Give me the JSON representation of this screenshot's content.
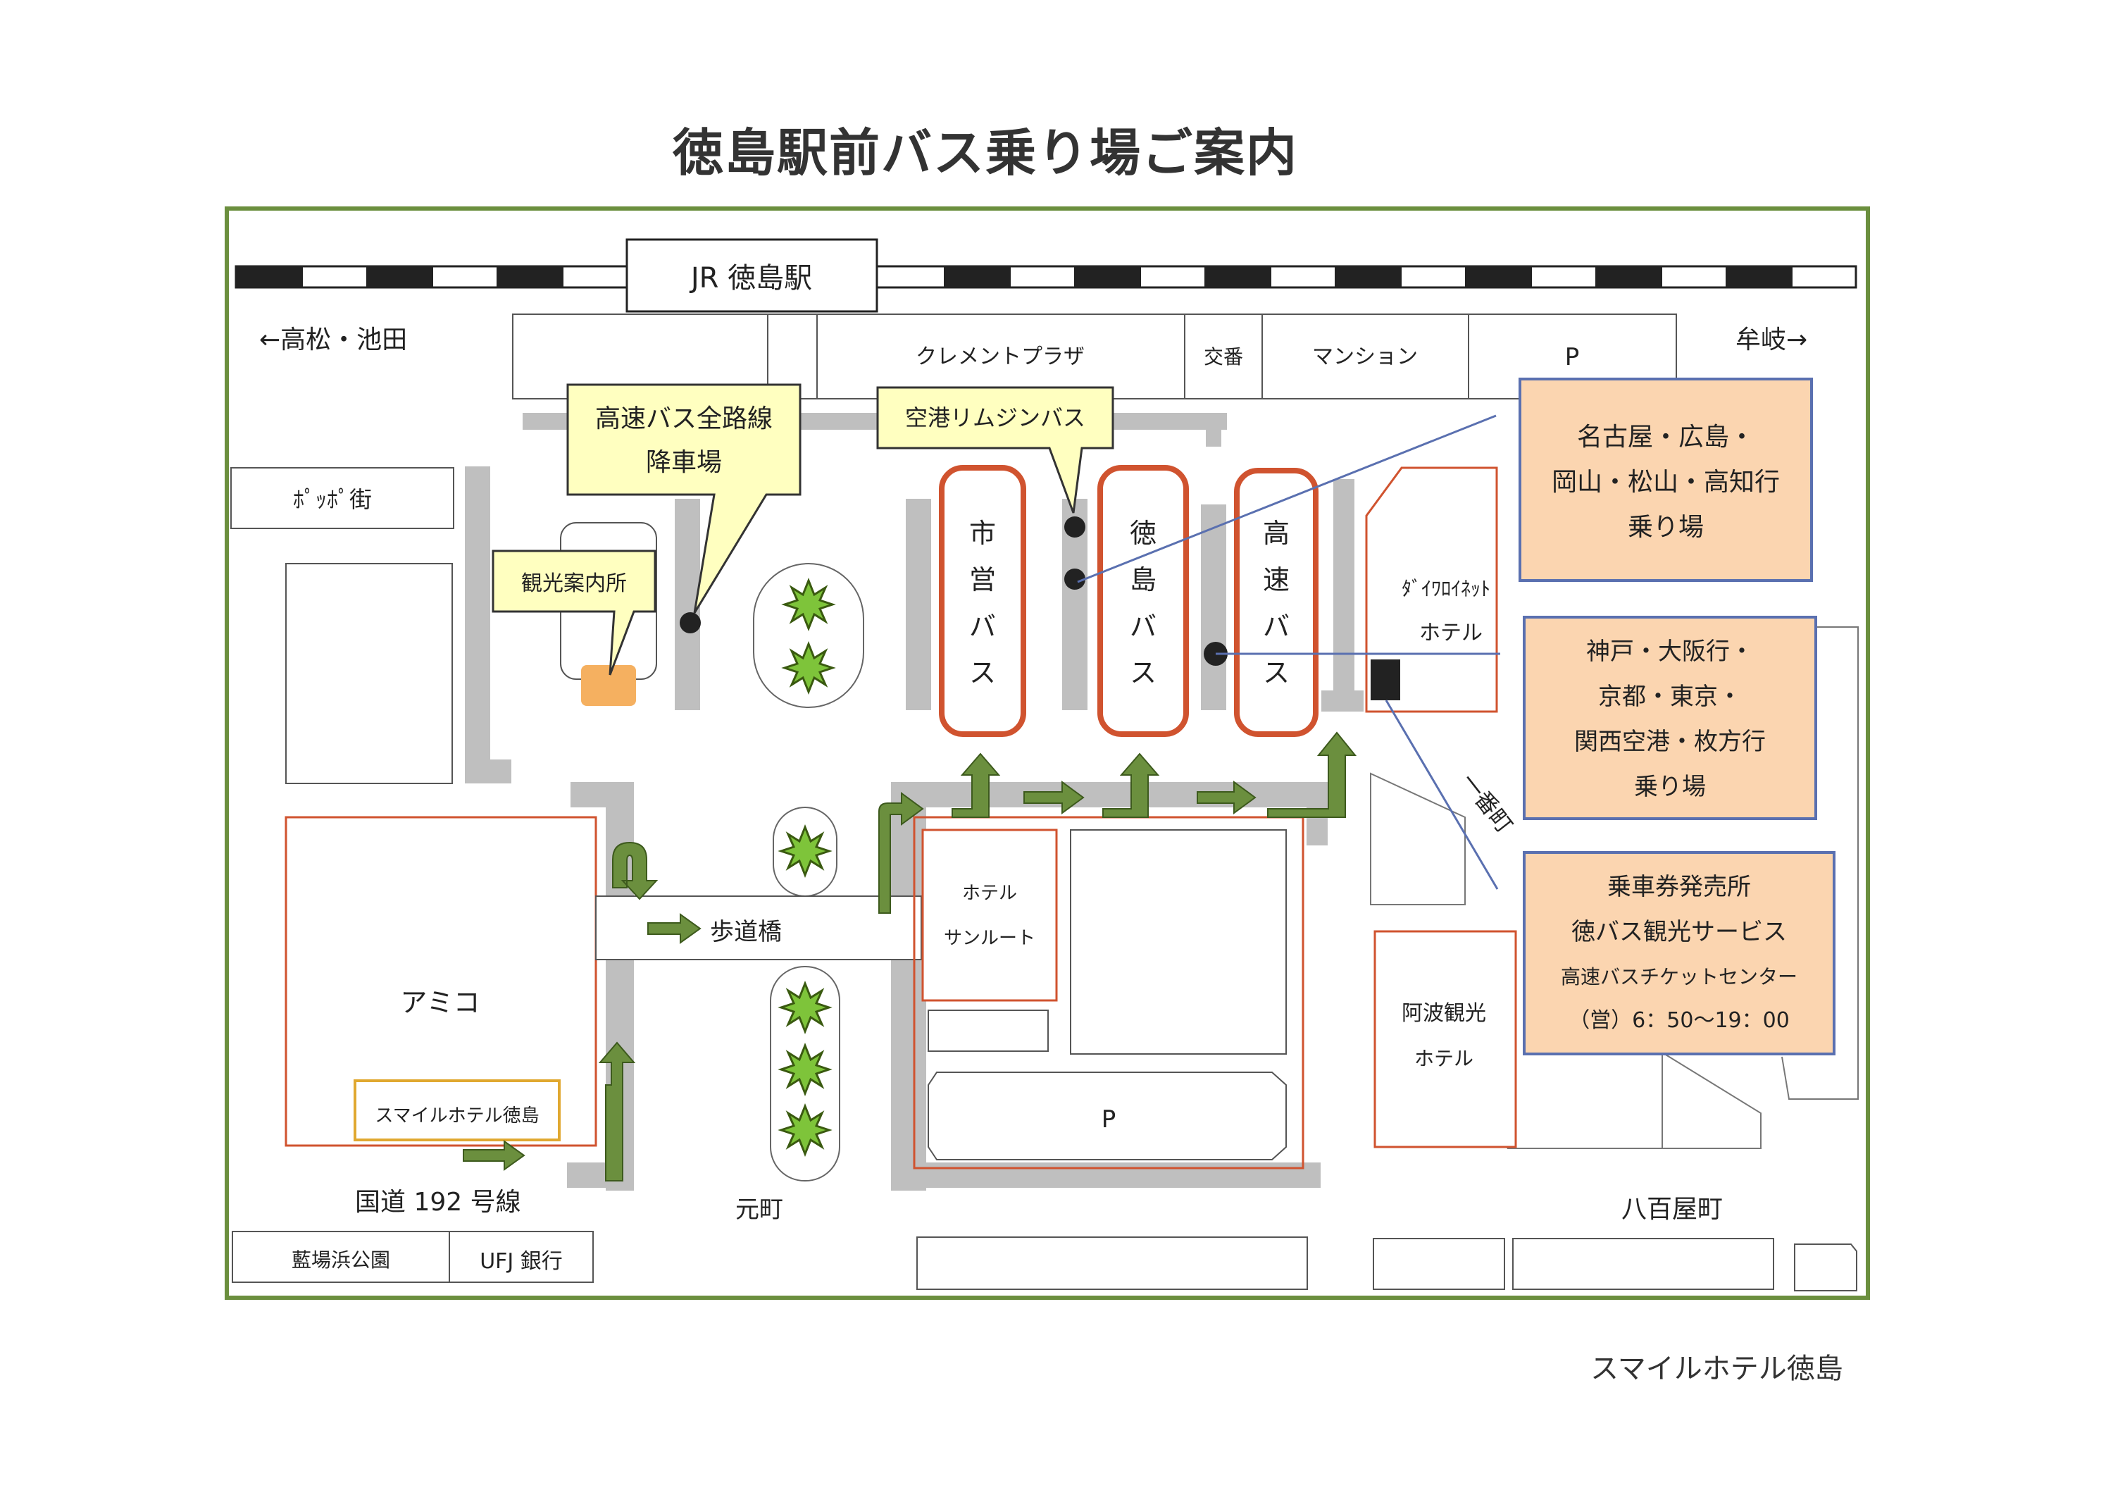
{
  "title": "徳島駅前バス乗り場ご案内",
  "footer": "スマイルホテル徳島",
  "station": "JR 徳島駅",
  "directions": {
    "left": "←高松・池田",
    "right": "牟岐→"
  },
  "buildings": {
    "clement": "クレメントプラザ",
    "koban": "交番",
    "mansion": "マンション",
    "parking_top": "P",
    "poppo": "ﾎﾟｯﾎﾟ街",
    "daiwa_1": "ﾀﾞｲﾜﾛｲﾈｯﾄ",
    "daiwa_2": "ホテル",
    "amico": "アミコ",
    "smile_hotel": "スマイルホテル徳島",
    "sunroute_1": "ホテル",
    "sunroute_2": "サンルート",
    "parking_bottom": "P",
    "awa_1": "阿波観光",
    "awa_2": "ホテル",
    "aibahama": "藍場浜公園",
    "ufj": "UFJ 銀行"
  },
  "streets": {
    "route192": "国道 192 号線",
    "motomachi": "元町",
    "yaoyacho": "八百屋町",
    "ichibancho": "一番町",
    "footbridge": "歩道橋"
  },
  "callouts": {
    "drop_off": [
      "高速バス全路線",
      "降車場"
    ],
    "airport": "空港リムジンバス",
    "tourist_info": "観光案内所"
  },
  "bus_stops": {
    "city_bus": [
      "市",
      "営",
      "バ",
      "ス"
    ],
    "tokushima_bus": [
      "徳",
      "島",
      "バ",
      "ス"
    ],
    "highway_bus": [
      "高",
      "速",
      "バ",
      "ス"
    ]
  },
  "info_boxes": {
    "box1": [
      "名古屋・広島・",
      "岡山・松山・高知行",
      "乗り場"
    ],
    "box2": [
      "神戸・大阪行・",
      "京都・東京・",
      "関西空港・枚方行",
      "乗り場"
    ],
    "box3": [
      "乗車券発売所",
      "徳バス観光サービス",
      "高速バスチケットセンター",
      "（営）6：50～19：00"
    ]
  },
  "colors": {
    "frame": "#6b8f3e",
    "bus_stop_border": "#d0532f",
    "callout_fill": "#ffffc0",
    "info_fill": "#fbd5b0",
    "info_border": "#5a70b0",
    "arrow": "#6b8f3e",
    "road": "#bfbfbf",
    "leader": "#5a70b0"
  }
}
